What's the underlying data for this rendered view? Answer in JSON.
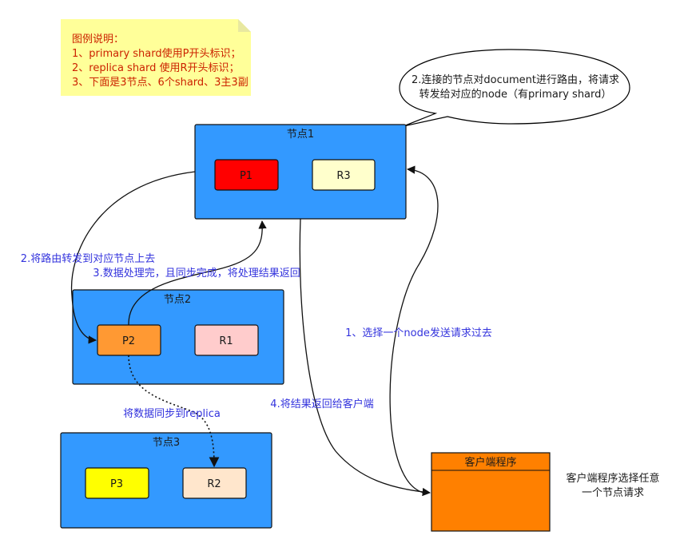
{
  "legend": {
    "title": "图例说明：",
    "line1": "1、primary shard使用P开头标识；",
    "line2": "2、replica shard 使用R开头标识；",
    "line3": "3、下面是3节点、6个shard、3主3副"
  },
  "callout": {
    "line1": "2.连接的节点对document进行路由，将请求",
    "line2": "转发给对应的node（有primary shard）"
  },
  "nodes": {
    "node1": {
      "title": "节点1",
      "shards": [
        "P1",
        "R3"
      ]
    },
    "node2": {
      "title": "节点2",
      "shards": [
        "P2",
        "R1"
      ]
    },
    "node3": {
      "title": "节点3",
      "shards": [
        "P3",
        "R2"
      ]
    }
  },
  "client": {
    "title": "客户端程序",
    "note_line1": "客户端程序选择任意",
    "note_line2": "一个节点请求"
  },
  "flows": {
    "step1": "1、选择一个node发送请求过去",
    "step2": "2.将路由转发到对应节点上去",
    "step3": "3.数据处理完，且同步完成，将处理结果返回",
    "step4": "4.将结果返回给客户端",
    "sync": "将数据同步到replica"
  },
  "colors": {
    "node_fill": "#3399ff",
    "primary_p1": "#ff0000",
    "primary_p2": "#ff9933",
    "primary_p3": "#ffff00",
    "replica_r3": "#ffffcc",
    "replica_r1": "#ffcccc",
    "replica_r2": "#ffe6cc",
    "client_fill": "#ff8000",
    "note_fill": "#ffff99",
    "flow_label": "#3333dd"
  }
}
